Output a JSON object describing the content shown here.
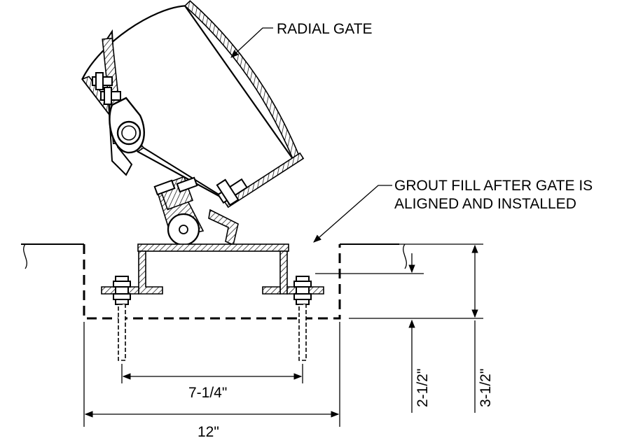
{
  "callouts": {
    "radial_gate": "RADIAL GATE",
    "grout_line1": "GROUT FILL AFTER GATE IS",
    "grout_line2": "ALIGNED AND INSTALLED"
  },
  "dimensions": {
    "bolt_spacing": "7-1/4\"",
    "overall_width": "12\"",
    "embed_depth": "2-1/2\"",
    "total_depth": "3-1/2\""
  }
}
